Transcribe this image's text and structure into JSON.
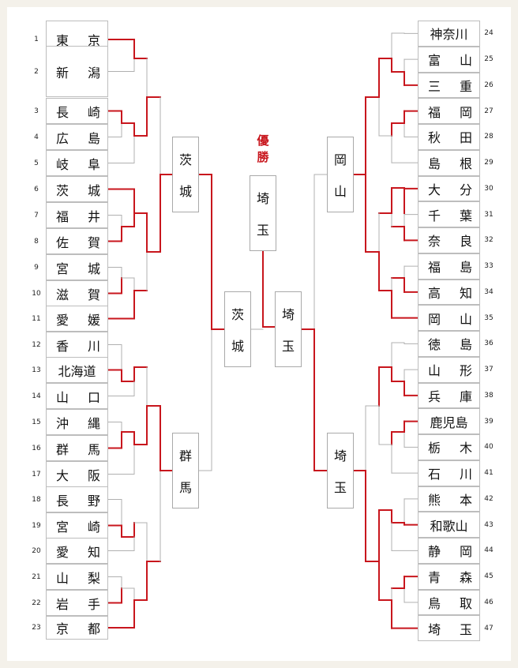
{
  "winner_label": [
    "優",
    "勝"
  ],
  "champion": "埼玉",
  "left_teams": [
    {
      "num": "1",
      "name": "東京"
    },
    {
      "num": "2",
      "name": "新潟"
    },
    {
      "num": "3",
      "name": "長崎"
    },
    {
      "num": "4",
      "name": "広島"
    },
    {
      "num": "5",
      "name": "岐阜"
    },
    {
      "num": "6",
      "name": "茨城"
    },
    {
      "num": "7",
      "name": "福井"
    },
    {
      "num": "8",
      "name": "佐賀"
    },
    {
      "num": "9",
      "name": "宮城"
    },
    {
      "num": "10",
      "name": "滋賀"
    },
    {
      "num": "11",
      "name": "愛媛"
    },
    {
      "num": "12",
      "name": "香川"
    },
    {
      "num": "13",
      "name": "北海道"
    },
    {
      "num": "14",
      "name": "山口"
    },
    {
      "num": "15",
      "name": "沖縄"
    },
    {
      "num": "16",
      "name": "群馬"
    },
    {
      "num": "17",
      "name": "大阪"
    },
    {
      "num": "18",
      "name": "長野"
    },
    {
      "num": "19",
      "name": "宮崎"
    },
    {
      "num": "20",
      "name": "愛知"
    },
    {
      "num": "21",
      "name": "山梨"
    },
    {
      "num": "22",
      "name": "岩手"
    },
    {
      "num": "23",
      "name": "京都"
    }
  ],
  "right_teams": [
    {
      "num": "24",
      "name": "神奈川"
    },
    {
      "num": "25",
      "name": "富山"
    },
    {
      "num": "26",
      "name": "三重"
    },
    {
      "num": "27",
      "name": "福岡"
    },
    {
      "num": "28",
      "name": "秋田"
    },
    {
      "num": "29",
      "name": "島根"
    },
    {
      "num": "30",
      "name": "大分"
    },
    {
      "num": "31",
      "name": "千葉"
    },
    {
      "num": "32",
      "name": "奈良"
    },
    {
      "num": "33",
      "name": "福島"
    },
    {
      "num": "34",
      "name": "高知"
    },
    {
      "num": "35",
      "name": "岡山"
    },
    {
      "num": "36",
      "name": "徳島"
    },
    {
      "num": "37",
      "name": "山形"
    },
    {
      "num": "38",
      "name": "兵庫"
    },
    {
      "num": "39",
      "name": "鹿児島"
    },
    {
      "num": "40",
      "name": "栃木"
    },
    {
      "num": "41",
      "name": "石川"
    },
    {
      "num": "42",
      "name": "熊本"
    },
    {
      "num": "43",
      "name": "和歌山"
    },
    {
      "num": "44",
      "name": "静岡"
    },
    {
      "num": "45",
      "name": "青森"
    },
    {
      "num": "46",
      "name": "鳥取"
    },
    {
      "num": "47",
      "name": "埼玉"
    }
  ],
  "block_winners": {
    "left_top": "茨城",
    "left_bottom": "群馬",
    "right_top": "岡山",
    "right_bottom": "埼玉"
  },
  "finalists": {
    "left": "茨城",
    "right": "埼玉"
  },
  "colors": {
    "win_line": "#c8161d",
    "lose_line": "#b0b0b0"
  }
}
